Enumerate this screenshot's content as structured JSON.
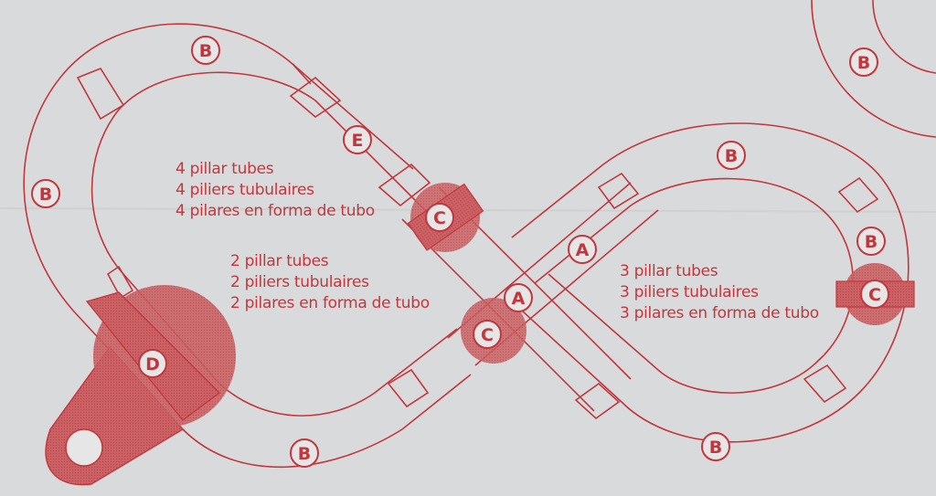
{
  "colors": {
    "background": "#d9dadb",
    "line": "#c2373d",
    "fill": "#c8575a",
    "paper_shade": "#e2e3e4"
  },
  "piece_labels": {
    "top_left_b": "B",
    "left_b": "B",
    "top_right_corner_b": "B",
    "right_top_b": "B",
    "right_b": "B",
    "bottom_right_b": "B",
    "bottom_left_b": "B",
    "e": "E",
    "a_center": "A",
    "a_right": "A",
    "c_upper": "C",
    "c_lower": "C",
    "c_right": "C",
    "d": "D"
  },
  "notes": {
    "upper_left": [
      "4 pillar tubes",
      "4 piliers tubulaires",
      "4 pilares en forma de tubo"
    ],
    "middle_left": [
      "2 pillar tubes",
      "2 piliers tubulaires",
      "2 pilares en forma de tubo"
    ],
    "right": [
      "3 pillar tubes",
      "3 piliers tubulaires",
      "3 pilares en forma de tubo"
    ]
  }
}
